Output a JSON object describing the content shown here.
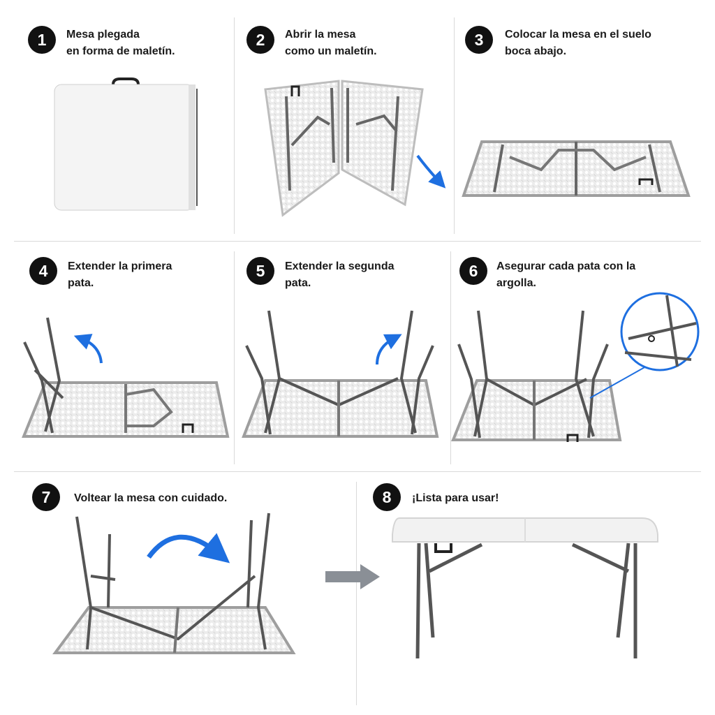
{
  "accent_color": "#1e6fe0",
  "steps": [
    {
      "number": "1",
      "line1": "Mesa plegada",
      "line2": "en forma de maletín."
    },
    {
      "number": "2",
      "line1": "Abrir la mesa",
      "line2": "como un maletín."
    },
    {
      "number": "3",
      "line1": "Colocar la mesa en el suelo",
      "line2": "boca abajo."
    },
    {
      "number": "4",
      "line1": "Extender la primera",
      "line2": "pata."
    },
    {
      "number": "5",
      "line1": "Extender la segunda",
      "line2": "pata."
    },
    {
      "number": "6",
      "line1": "Asegurar cada pata con la",
      "line2": "argolla."
    },
    {
      "number": "7",
      "line1": "Voltear la mesa con cuidado.",
      "line2": ""
    },
    {
      "number": "8",
      "line1": "¡Lista para usar!",
      "line2": ""
    }
  ],
  "icons": {
    "direction_arrow": "curved-arrow-icon",
    "next_arrow": "right-arrow-icon",
    "zoom": "magnifier-circle-icon"
  }
}
